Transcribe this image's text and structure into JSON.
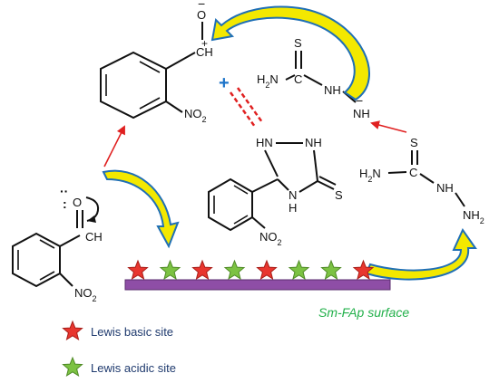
{
  "colors": {
    "basic_star": "#e8362f",
    "acidic_star": "#7cc243",
    "surface_bar": "#8e4ea6",
    "arrow_fill": "#f3e800",
    "arrow_outline": "#1f6fb5",
    "red_arrow": "#e02020",
    "plus": "#1d74c9"
  },
  "labels": {
    "o_minus_charge": "−",
    "carbon_plus": "CH",
    "plus_charge": "+",
    "no2_top": "NO",
    "no2_sub": "2",
    "thio_top_S": "S",
    "thio_top_H2N": "H",
    "thio_top_H2N_sub": "2",
    "thio_top_N": "N",
    "thio_top_NH": "NH",
    "thio_top_NH_minus": "NH",
    "thio_top_minus": "−",
    "plus_sign": "+",
    "triazole_HN1": "HN",
    "triazole_NH": "NH",
    "triazole_N": "N",
    "triazole_H": "H",
    "triazole_S": "S",
    "no2_mid": "NO",
    "no2_mid_sub": "2",
    "thio_right_S": "S",
    "thio_right_H2N": "H",
    "thio_right_H2N_sub": "2",
    "thio_right_N": "N",
    "thio_right_NH": "NH",
    "thio_right_NH2": "NH",
    "thio_right_NH2_sub": "2",
    "ald_O": "O",
    "ald_dots": "··",
    "ald_CH": "CH",
    "no2_left": "NO",
    "no2_left_sub": "2"
  },
  "surface": {
    "label": "Sm-FAp surface",
    "stars": [
      "basic",
      "acidic",
      "basic",
      "acidic",
      "basic",
      "acidic",
      "acidic",
      "basic"
    ]
  },
  "legend": [
    {
      "type": "basic",
      "label": "Lewis basic site"
    },
    {
      "type": "acidic",
      "label": "Lewis acidic site"
    }
  ]
}
